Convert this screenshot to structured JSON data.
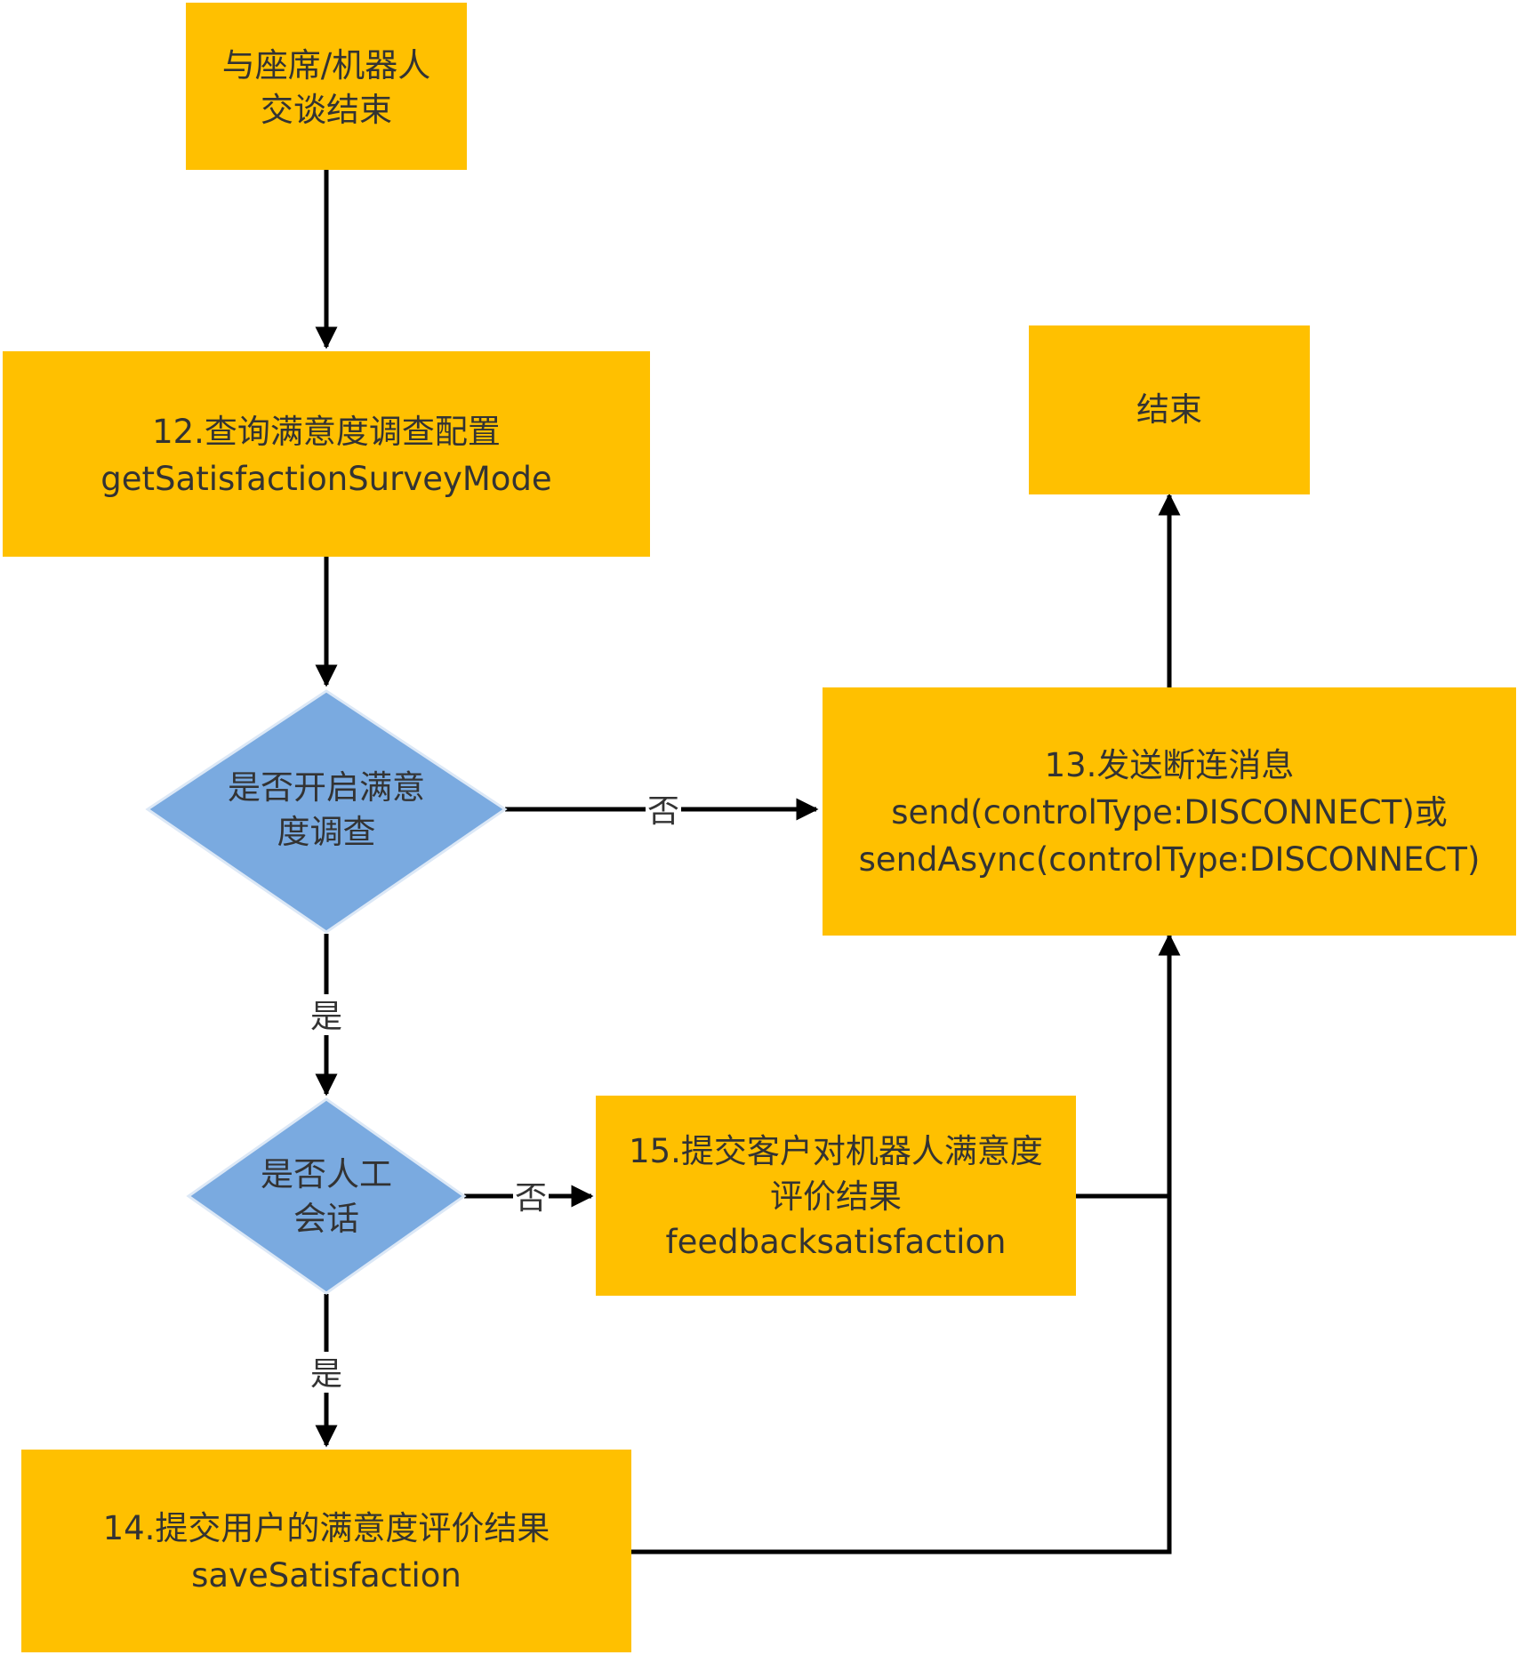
{
  "colors": {
    "process_fill": "#FFC000",
    "decision_fill": "#7AAAE0",
    "line": "#000000",
    "text": "#333333"
  },
  "nodes": {
    "start": {
      "line1": "与座席/机器人",
      "line2": "交谈结束"
    },
    "query_config": {
      "line1": "12.查询满意度调查配置",
      "line2": "getSatisfactionSurveyMode"
    },
    "survey_enabled": {
      "line1": "是否开启满意",
      "line2": "度调查"
    },
    "manual_session": {
      "line1": "是否人工",
      "line2": "会话"
    },
    "send_disconnect": {
      "line1": "13.发送断连消息",
      "line2": "send(controlType:DISCONNECT)或",
      "line3": "sendAsync(controlType:DISCONNECT)"
    },
    "end": {
      "line1": "结束"
    },
    "feedback_robot": {
      "line1": "15.提交客户对机器人满意度",
      "line2": "评价结果",
      "line3": "feedbacksatisfaction"
    },
    "save_satisfaction": {
      "line1": "14.提交用户的满意度评价结果",
      "line2": "saveSatisfaction"
    }
  },
  "edges": {
    "survey_no": "否",
    "survey_yes": "是",
    "manual_no": "否",
    "manual_yes": "是"
  }
}
